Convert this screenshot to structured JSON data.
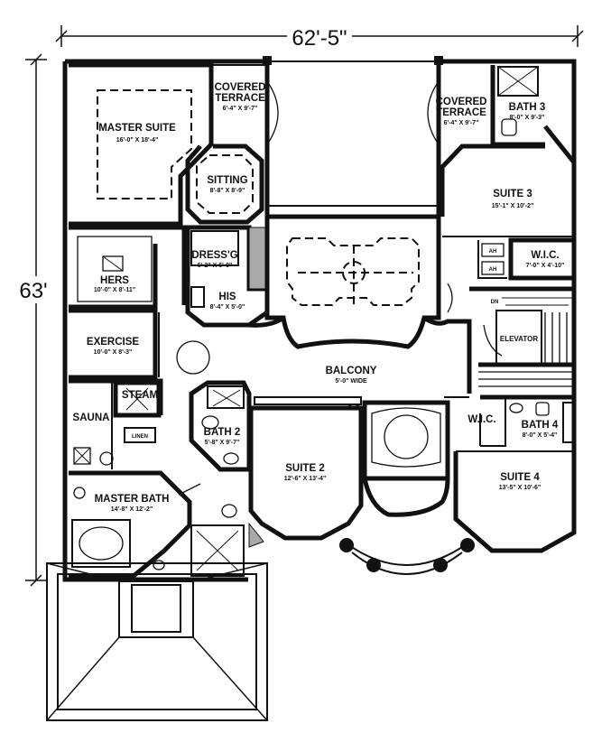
{
  "dimensions": {
    "width": "62'-5\"",
    "depth": "63'"
  },
  "rooms": {
    "master_suite": {
      "name": "MASTER SUITE",
      "dims": "16'-0\" X 18'-4\""
    },
    "covered_terrace_left": {
      "name_line1": "COVERED",
      "name_line2": "TERRACE",
      "dims": "6'-4\" X 9'-7\""
    },
    "covered_terrace_right": {
      "name_line1": "COVERED",
      "name_line2": "TERRACE",
      "dims": "6'-4\" X 9'-7\""
    },
    "bath3": {
      "name": "BATH 3",
      "dims": "8'-0\" X 9'-3\""
    },
    "sitting": {
      "name": "SITTING",
      "dims": "8'-8\" X 8'-9\""
    },
    "suite3": {
      "name": "SUITE 3",
      "dims": "15'-1\" X 10'-2\""
    },
    "dressg": {
      "name": "DRESS'G",
      "dims": "6'-2\" X 6'-0\""
    },
    "hers": {
      "name": "HERS",
      "dims": "10'-0\" X 8'-11\""
    },
    "his": {
      "name": "HIS",
      "dims": "8'-4\" X 5'-0\""
    },
    "wic_suite3": {
      "name": "W.I.C.",
      "dims": "7'-0\" X 4'-10\""
    },
    "exercise": {
      "name": "EXERCISE",
      "dims": "10'-0\" X 8'-3\""
    },
    "balcony": {
      "name": "BALCONY",
      "dims": "5'-0\" WIDE"
    },
    "elevator": {
      "name": "ELEVATOR"
    },
    "steam": {
      "name": "STEAM"
    },
    "sauna": {
      "name": "SAUNA"
    },
    "linen": {
      "name": "LINEN"
    },
    "bath2": {
      "name": "BATH 2",
      "dims": "5'-8\" X 9'-7\""
    },
    "wic_suite4": {
      "name": "W.I.C."
    },
    "bath4": {
      "name": "BATH 4",
      "dims": "8'-0\" X 5'-4\""
    },
    "suite2": {
      "name": "SUITE 2",
      "dims": "12'-6\" X 13'-4\""
    },
    "master_bath": {
      "name": "MASTER BATH",
      "dims": "14'-8\" X 12'-2\""
    },
    "suite4": {
      "name": "SUITE 4",
      "dims": "13'-5\" X 10'-6\""
    }
  },
  "labels": {
    "dn": "DN",
    "ah_upper": "AH",
    "ah_lower": "AH"
  }
}
